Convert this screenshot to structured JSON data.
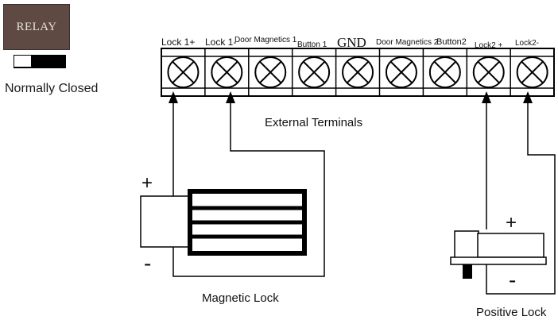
{
  "relay": {
    "label": "RELAY",
    "mode_label": "Normally Closed",
    "box_color": "#5e4a42",
    "text_color": "#e9e1dc"
  },
  "terminal_block": {
    "title": "External Terminals",
    "terminals": [
      {
        "label": "Lock 1+"
      },
      {
        "label": "Lock 1-"
      },
      {
        "label": "Door Magnetics 1"
      },
      {
        "label": "Button 1"
      },
      {
        "label": "GND"
      },
      {
        "label": "Door Magnetics 2"
      },
      {
        "label": "Button2"
      },
      {
        "label": "Lock2 +"
      },
      {
        "label": "Lock2-"
      }
    ]
  },
  "magnetic_lock": {
    "label": "Magnetic Lock",
    "plus": "+",
    "minus": "-"
  },
  "positive_lock": {
    "label": "Positive Lock",
    "plus": "+",
    "minus": "-"
  }
}
